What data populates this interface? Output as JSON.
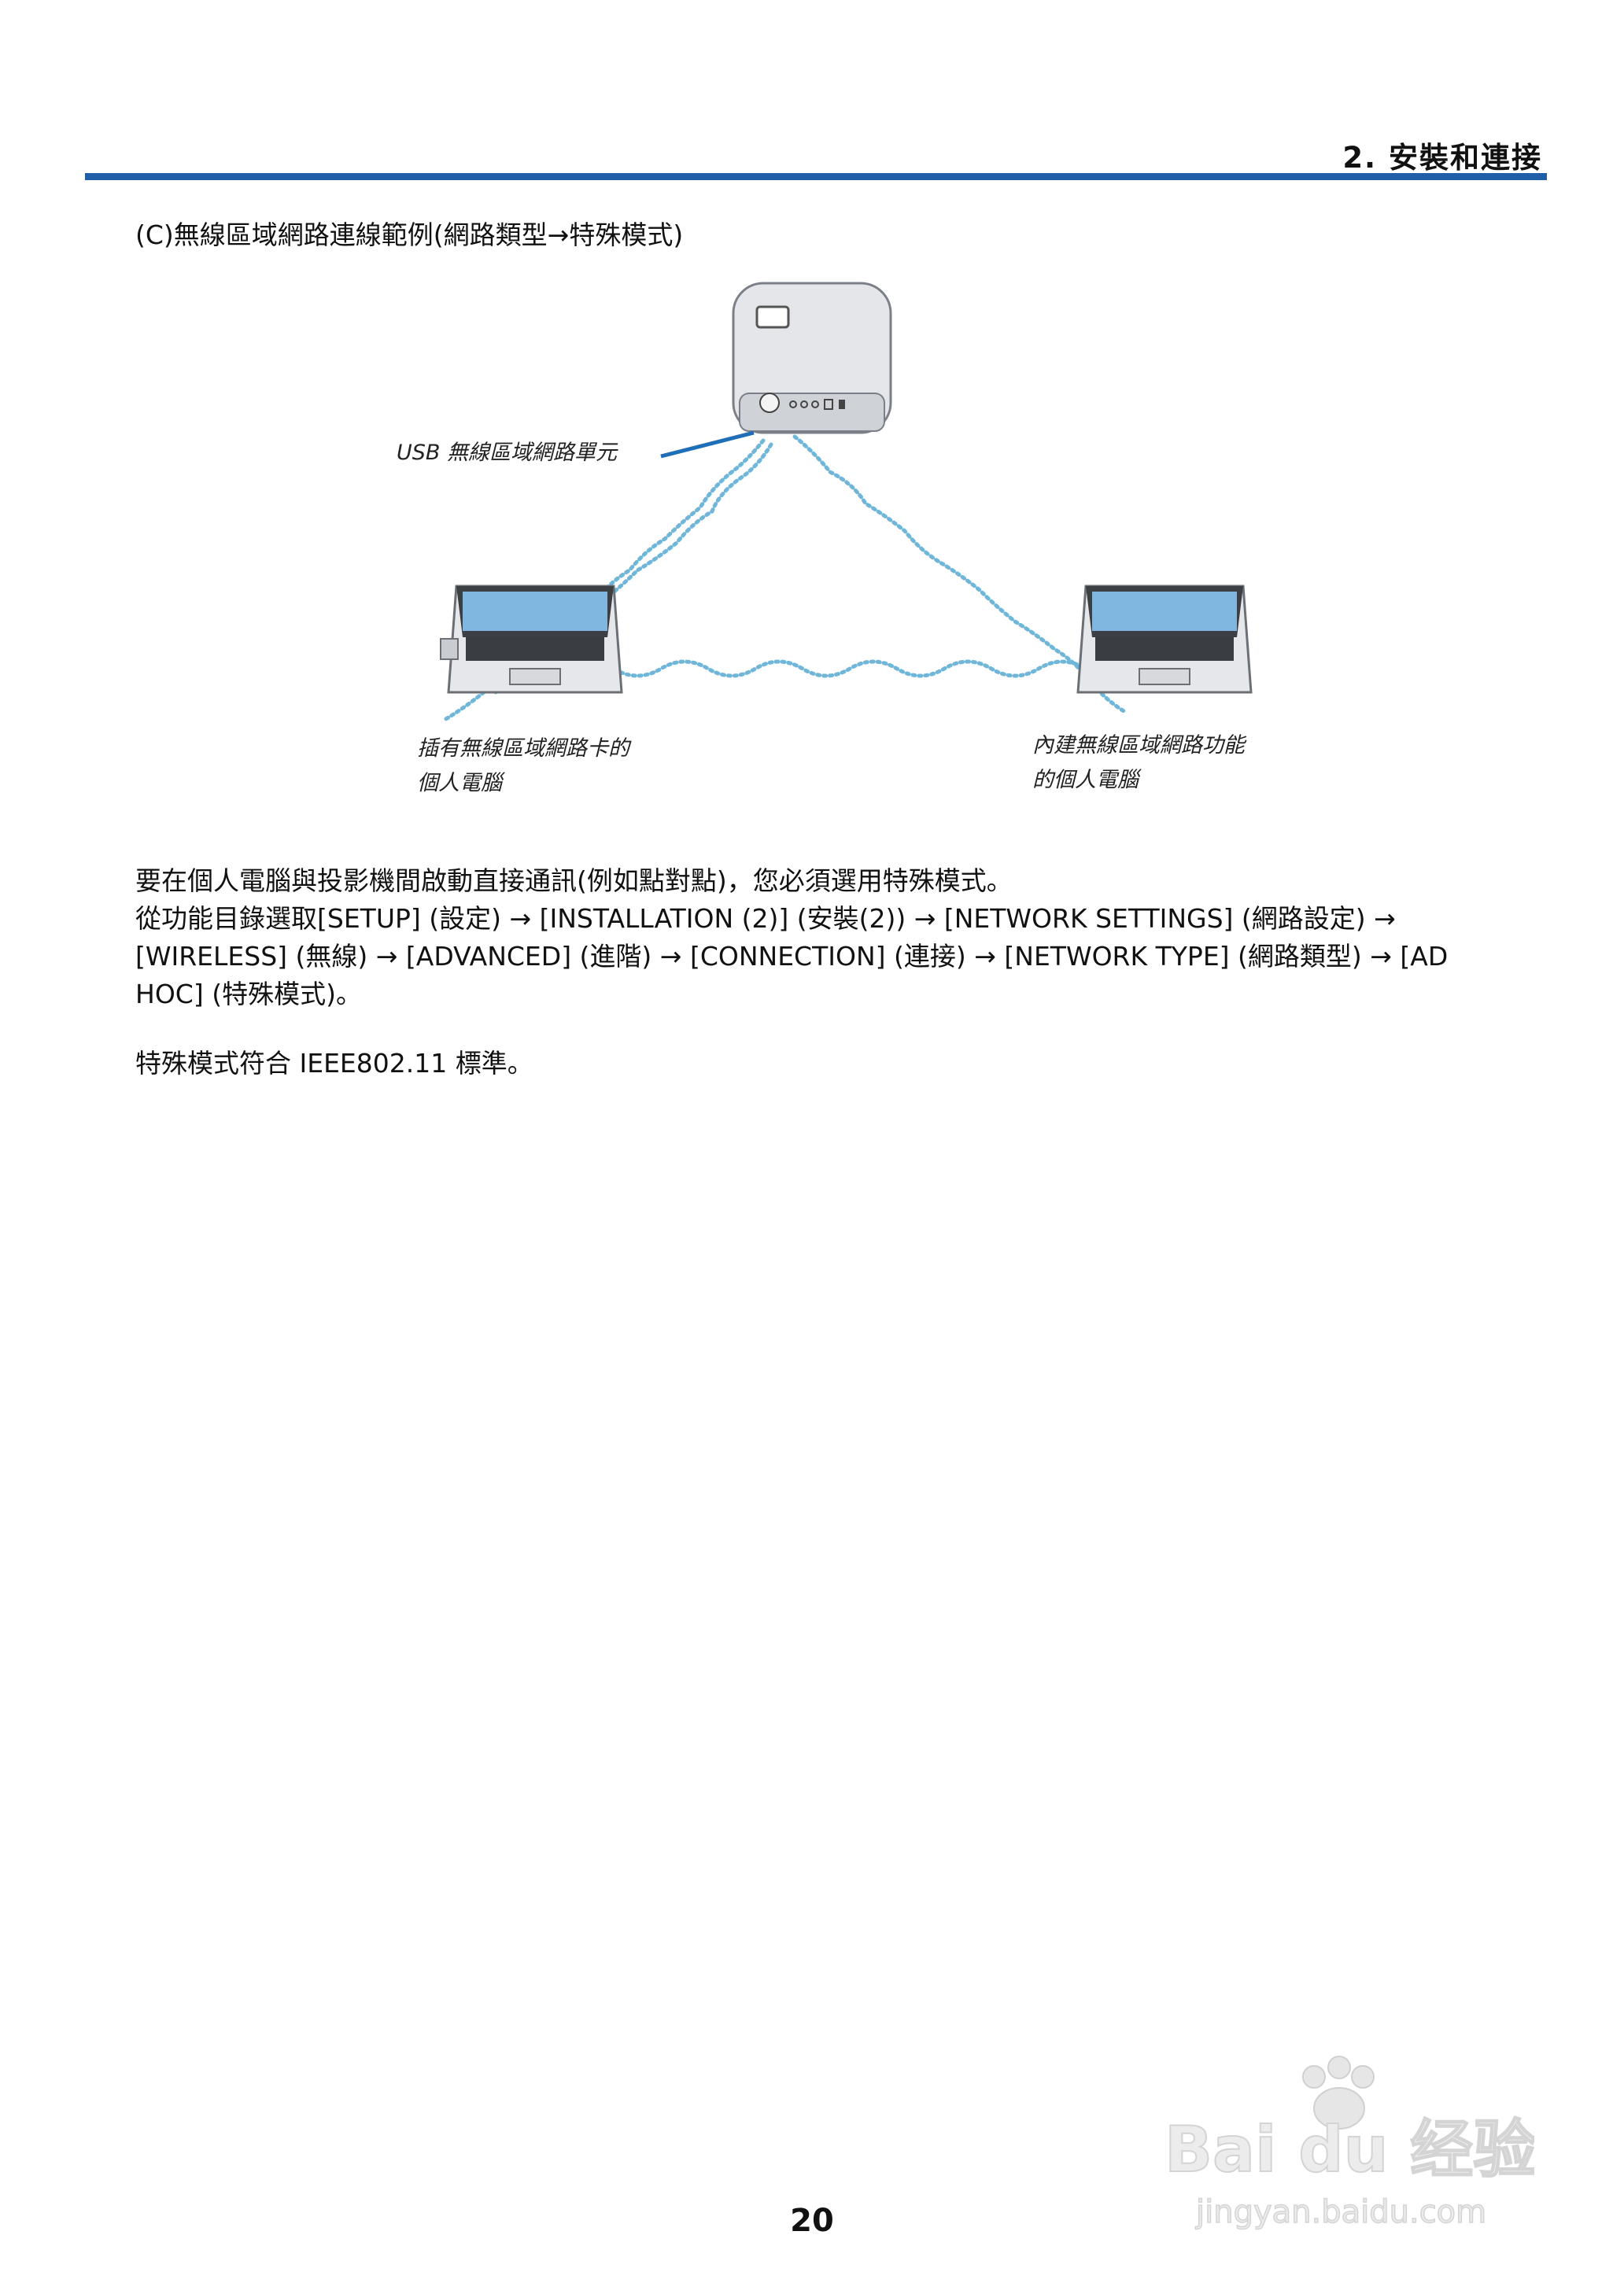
{
  "header": {
    "chapter_title": "2. 安裝和連接",
    "rule_color": "#1f5fa8"
  },
  "section": {
    "heading": "(C)無線區域網路連線範例(網路類型→特殊模式)"
  },
  "diagram": {
    "label_usb": "USB 無線區域網路單元",
    "label_left_line1": "插有無線區域網路卡的",
    "label_left_line2": "個人電腦",
    "label_right_line1": "內建無線區域網路功能",
    "label_right_line2": "的個人電腦",
    "link_color": "#6fb6d9",
    "screen_color": "#7fb7e0"
  },
  "body": {
    "para1_line1": "要在個人電腦與投影機間啟動直接通訊(例如點對點)，您必須選用特殊模式。",
    "para1_line2": "從功能目錄選取[SETUP] (設定) → [INSTALLATION (2)] (安裝(2)) → [NETWORK SETTINGS] (網路設定) →",
    "para1_line3": "[WIRELESS] (無線) → [ADVANCED] (進階) → [CONNECTION] (連接) → [NETWORK TYPE] (網路類型) → [AD",
    "para1_line4": "HOC] (特殊模式)。",
    "para2": "特殊模式符合 IEEE802.11 標準。"
  },
  "footer": {
    "page_number": "20"
  },
  "watermark": {
    "brand": "Bai du 经验",
    "url": "jingyan.baidu.com"
  }
}
